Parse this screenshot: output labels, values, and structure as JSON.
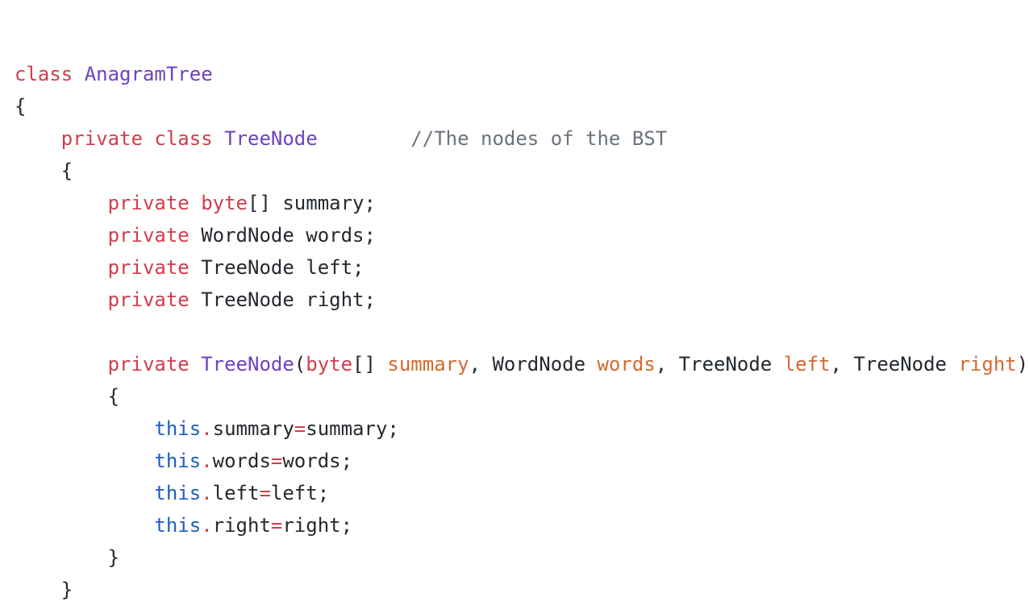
{
  "code": {
    "language": "Java",
    "colors": {
      "keyword": "#cf3e4a",
      "type": "#6f42c1",
      "comment": "#6a737d",
      "parameter": "#d4692d",
      "this": "#1f5fbf",
      "operator": "#cf3e4a",
      "plain": "#24292e"
    },
    "lines": [
      [
        {
          "t": "class",
          "c": "kw"
        },
        {
          "t": " ",
          "c": "pl"
        },
        {
          "t": "AnagramTree",
          "c": "type"
        }
      ],
      [
        {
          "t": "{",
          "c": "pl"
        }
      ],
      [
        {
          "t": "    ",
          "c": "pl"
        },
        {
          "t": "private",
          "c": "kw"
        },
        {
          "t": " ",
          "c": "pl"
        },
        {
          "t": "class",
          "c": "kw"
        },
        {
          "t": " ",
          "c": "pl"
        },
        {
          "t": "TreeNode",
          "c": "type"
        },
        {
          "t": "        ",
          "c": "pl"
        },
        {
          "t": "//The nodes of the BST",
          "c": "cmt"
        }
      ],
      [
        {
          "t": "    {",
          "c": "pl"
        }
      ],
      [
        {
          "t": "        ",
          "c": "pl"
        },
        {
          "t": "private",
          "c": "kw"
        },
        {
          "t": " ",
          "c": "pl"
        },
        {
          "t": "byte",
          "c": "kw"
        },
        {
          "t": "[] summary;",
          "c": "pl"
        }
      ],
      [
        {
          "t": "        ",
          "c": "pl"
        },
        {
          "t": "private",
          "c": "kw"
        },
        {
          "t": " WordNode words;",
          "c": "pl"
        }
      ],
      [
        {
          "t": "        ",
          "c": "pl"
        },
        {
          "t": "private",
          "c": "kw"
        },
        {
          "t": " TreeNode left;",
          "c": "pl"
        }
      ],
      [
        {
          "t": "        ",
          "c": "pl"
        },
        {
          "t": "private",
          "c": "kw"
        },
        {
          "t": " TreeNode right;",
          "c": "pl"
        }
      ],
      [],
      [
        {
          "t": "        ",
          "c": "pl"
        },
        {
          "t": "private",
          "c": "kw"
        },
        {
          "t": " ",
          "c": "pl"
        },
        {
          "t": "TreeNode",
          "c": "type"
        },
        {
          "t": "(",
          "c": "pl"
        },
        {
          "t": "byte",
          "c": "kw"
        },
        {
          "t": "[] ",
          "c": "pl"
        },
        {
          "t": "summary",
          "c": "par"
        },
        {
          "t": ", WordNode ",
          "c": "pl"
        },
        {
          "t": "words",
          "c": "par"
        },
        {
          "t": ", TreeNode ",
          "c": "pl"
        },
        {
          "t": "left",
          "c": "par"
        },
        {
          "t": ", TreeNode ",
          "c": "pl"
        },
        {
          "t": "right",
          "c": "par"
        },
        {
          "t": ")",
          "c": "pl"
        }
      ],
      [
        {
          "t": "        {",
          "c": "pl"
        }
      ],
      [
        {
          "t": "            ",
          "c": "pl"
        },
        {
          "t": "this",
          "c": "ths"
        },
        {
          "t": ".",
          "c": "op"
        },
        {
          "t": "summary",
          "c": "pl"
        },
        {
          "t": "=",
          "c": "op"
        },
        {
          "t": "summary;",
          "c": "pl"
        }
      ],
      [
        {
          "t": "            ",
          "c": "pl"
        },
        {
          "t": "this",
          "c": "ths"
        },
        {
          "t": ".",
          "c": "op"
        },
        {
          "t": "words",
          "c": "pl"
        },
        {
          "t": "=",
          "c": "op"
        },
        {
          "t": "words;",
          "c": "pl"
        }
      ],
      [
        {
          "t": "            ",
          "c": "pl"
        },
        {
          "t": "this",
          "c": "ths"
        },
        {
          "t": ".",
          "c": "op"
        },
        {
          "t": "left",
          "c": "pl"
        },
        {
          "t": "=",
          "c": "op"
        },
        {
          "t": "left;",
          "c": "pl"
        }
      ],
      [
        {
          "t": "            ",
          "c": "pl"
        },
        {
          "t": "this",
          "c": "ths"
        },
        {
          "t": ".",
          "c": "op"
        },
        {
          "t": "right",
          "c": "pl"
        },
        {
          "t": "=",
          "c": "op"
        },
        {
          "t": "right;",
          "c": "pl"
        }
      ],
      [
        {
          "t": "        }",
          "c": "pl"
        }
      ],
      [
        {
          "t": "    }",
          "c": "pl"
        }
      ]
    ]
  }
}
